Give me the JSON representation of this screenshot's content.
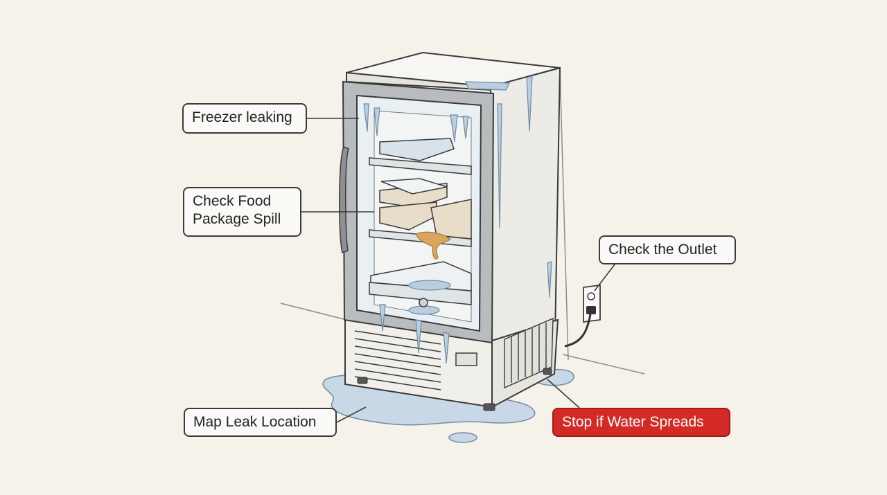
{
  "callouts": {
    "freezer_leaking": "Freezer leaking",
    "check_food": "Check Food\nPackage Spill",
    "check_outlet": "Check the Outlet",
    "map_leak": "Map Leak Location",
    "stop_spread": "Stop if Water Spreads"
  },
  "colors": {
    "background": "#f5f2ea",
    "outline": "#3a3a3a",
    "water": "#c9d8e6",
    "spill": "#d9a55f",
    "alert": "#d42a26"
  },
  "icons": [
    "freezer-illustration",
    "wall-outlet-icon",
    "water-puddle",
    "food-container-icon"
  ]
}
